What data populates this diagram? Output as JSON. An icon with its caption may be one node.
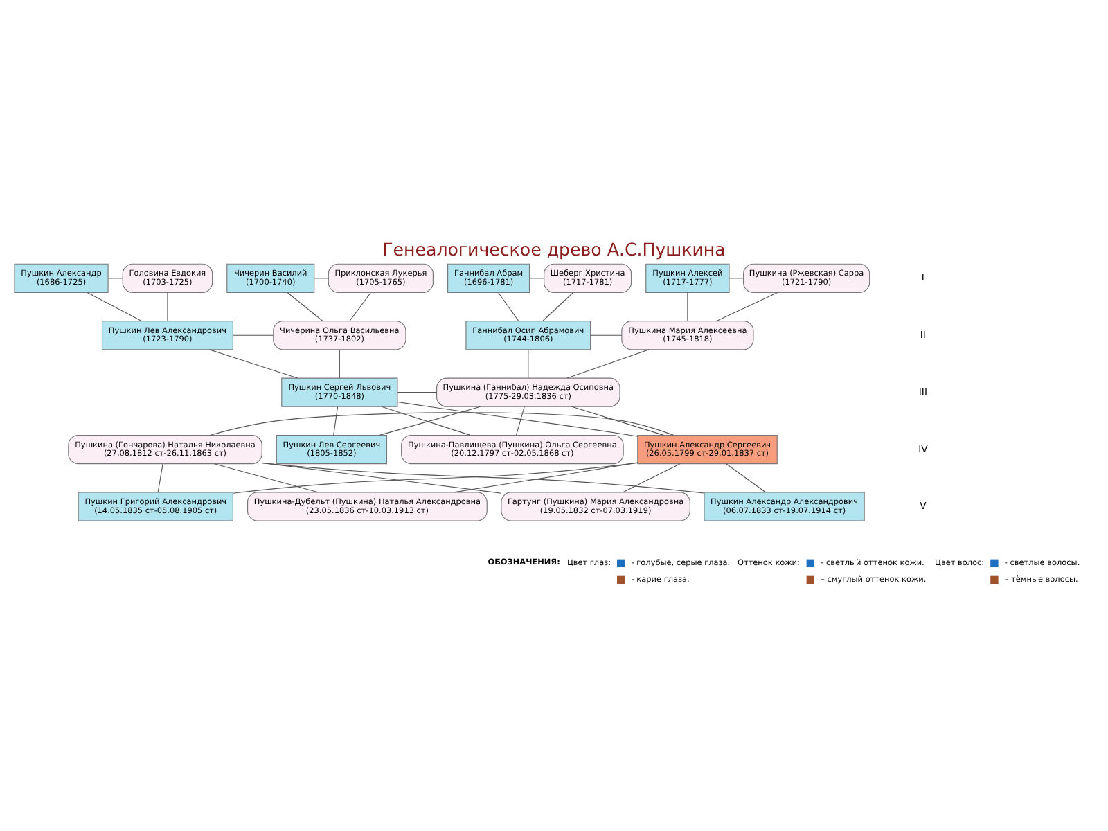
{
  "diagram": {
    "title": "Генеалогическое древо А.С.Пушкина",
    "nodes": [
      {
        "text": [
          "Пушкин Александр",
          "(1686-1725)"
        ]
      },
      {
        "text": [
          "Головина Евдокия",
          "(1703-1725)"
        ]
      },
      {
        "text": [
          "Чичерин Василий",
          "(1700-1740)"
        ]
      },
      {
        "text": [
          "Приклонская Лукерья",
          "(1705-1765)"
        ]
      },
      {
        "text": [
          "Ганнибал Абрам",
          "(1696-1781)"
        ]
      },
      {
        "text": [
          "Шеберг Христина",
          "(1717-1781)"
        ]
      },
      {
        "text": [
          "Пушкин Алексей",
          "(1717-1777)"
        ]
      },
      {
        "text": [
          "Пушкина (Ржевская) Сарра",
          "(1721-1790)"
        ]
      },
      {
        "text": [
          "Пушкин Лев Александрович",
          "(1723-1790)"
        ]
      },
      {
        "text": [
          "Чичерина Ольга Васильевна",
          "(1737-1802)"
        ]
      },
      {
        "text": [
          "Ганнибал Осип Абрамович",
          "(1744-1806)"
        ]
      },
      {
        "text": [
          "Пушкина Мария Алексеевна",
          "(1745-1818)"
        ]
      },
      {
        "text": [
          "Пушкин Сергей Львович",
          "(1770-1848)"
        ]
      },
      {
        "text": [
          "Пушкина (Ганнибал) Надежда Осиповна",
          "(1775-29.03.1836 ст)"
        ]
      },
      {
        "text": [
          "Пушкина-Павлищева (Пушкина) Ольга Сергеевна",
          "(20.12.1797 ст-02.05.1868 ст)"
        ]
      },
      {
        "text": [
          "Пушкин Александр Сергеевич",
          "(26.05.1799 ст-29.01.1837 ст)"
        ]
      },
      {
        "text": [
          "Пушкин Лев Сергеевич",
          "(1805-1852)"
        ]
      },
      {
        "text": [
          "Пушкина (Гончарова) Наталья Николаевна",
          "(27.08.1812 ст-26.11.1863 ст)"
        ]
      },
      {
        "text": [
          "Гартунг (Пушкина) Мария Александровна",
          "(19.05.1832 ст-07.03.1919)"
        ]
      },
      {
        "text": [
          "Пушкин Александр Александрович",
          "(06.07.1833 ст-19.07.1914 ст)"
        ]
      },
      {
        "text": [
          "Пушкин Григорий Александрович",
          "(14.05.1835 ст-05.08.1905 ст)"
        ]
      },
      {
        "text": [
          "Пушкина-Дубельт (Пушкина) Наталья Александровна",
          "(23.05.1836 ст-10.03.1913 ст)"
        ]
      }
    ],
    "edges": [
      {
        "from": 0,
        "to": 1,
        "arrow": "none"
      },
      {
        "from": 2,
        "to": 3,
        "arrow": "none"
      },
      {
        "from": 4,
        "to": 5,
        "arrow": "none"
      },
      {
        "from": 6,
        "to": 7,
        "arrow": "none"
      },
      {
        "from": 0,
        "to": 8,
        "arrow": "none"
      },
      {
        "from": 1,
        "to": 8,
        "arrow": "none"
      },
      {
        "from": 2,
        "to": 9,
        "arrow": "none"
      },
      {
        "from": 3,
        "to": 9,
        "arrow": "none"
      },
      {
        "from": 4,
        "to": 10,
        "arrow": "none"
      },
      {
        "from": 5,
        "to": 10,
        "arrow": "none"
      },
      {
        "from": 6,
        "to": 11,
        "arrow": "none"
      },
      {
        "from": 7,
        "to": 11,
        "arrow": "none"
      },
      {
        "from": 8,
        "to": 9,
        "arrow": "none"
      },
      {
        "from": 10,
        "to": 11,
        "arrow": "none"
      },
      {
        "from": 8,
        "to": 12,
        "arrow": "none"
      },
      {
        "from": 9,
        "to": 12,
        "arrow": "none"
      },
      {
        "from": 10,
        "to": 13,
        "arrow": "none"
      },
      {
        "from": 11,
        "to": 13,
        "arrow": "none"
      },
      {
        "from": 12,
        "to": 13,
        "arrow": "none"
      },
      {
        "from": 12,
        "to": 14,
        "arrow": "none"
      },
      {
        "from": 13,
        "to": 14,
        "arrow": "none"
      },
      {
        "from": 12,
        "to": 15,
        "arrow": "none"
      },
      {
        "from": 13,
        "to": 15,
        "arrow": "none"
      },
      {
        "from": 12,
        "to": 16,
        "arrow": "none"
      },
      {
        "from": 13,
        "to": 16,
        "arrow": "none"
      },
      {
        "from": 15,
        "to": 17,
        "arrow": "none"
      },
      {
        "from": 15,
        "to": 18,
        "arrow": "none"
      },
      {
        "from": 17,
        "to": 18,
        "arrow": "none"
      },
      {
        "from": 15,
        "to": 19,
        "arrow": "none"
      },
      {
        "from": 17,
        "to": 19,
        "arrow": "none"
      },
      {
        "from": 15,
        "to": 20,
        "arrow": "none"
      },
      {
        "from": 17,
        "to": 20,
        "arrow": "none"
      },
      {
        "from": 15,
        "to": 21,
        "arrow": "none"
      },
      {
        "from": 17,
        "to": 21,
        "arrow": "none"
      }
    ],
    "labels": [
      "I",
      "II",
      "III",
      "IV",
      "V",
      "ОБОЗНАЧЕНИЯ:",
      "Цвет глаз:",
      "Оттенок кожи:",
      "Цвет волос:"
    ],
    "legend": [
      {
        "text": "- голубые, серые глаза.",
        "color": "#1f6fc0"
      },
      {
        "text": "- карие глаза.",
        "color": "#a0522d"
      },
      {
        "text": "- светлый оттенок кожи.",
        "color": "#1f6fc0"
      },
      {
        "text": "– смуглый оттенок кожи.",
        "color": "#a0522d"
      },
      {
        "text": "- светлые волосы.",
        "color": "#1f6fc0"
      },
      {
        "text": "– тёмные волосы.",
        "color": "#a0522d"
      }
    ]
  }
}
